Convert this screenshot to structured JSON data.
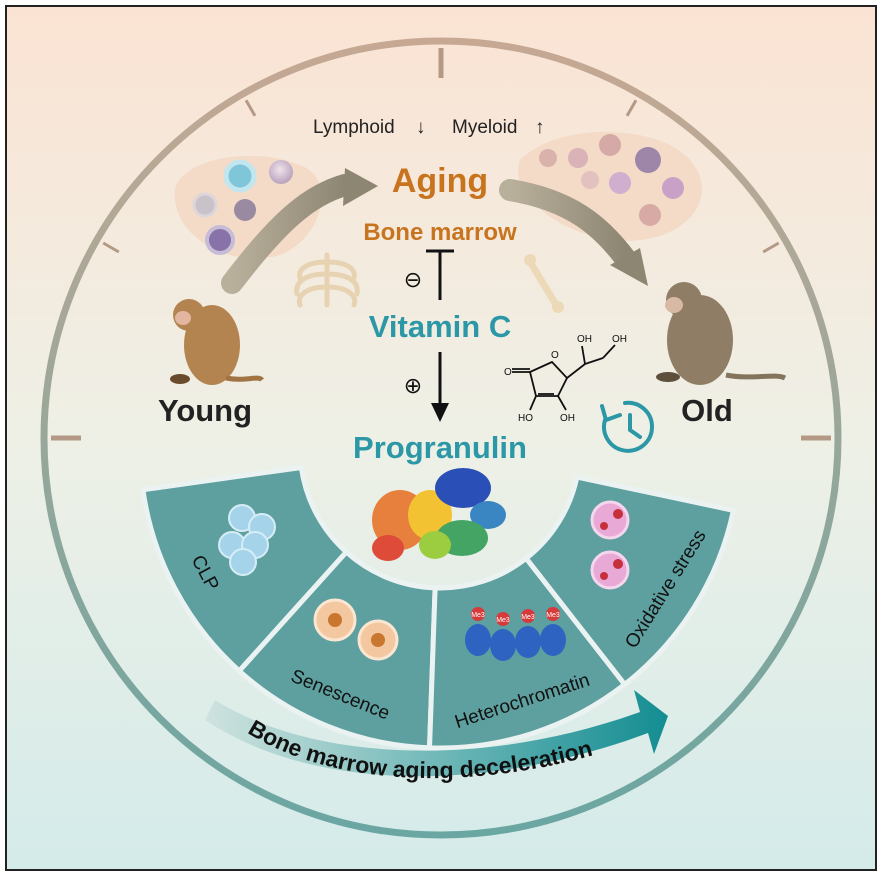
{
  "labels": {
    "lymphoid": "Lymphoid",
    "myeloid": "Myeloid",
    "aging": "Aging",
    "bone_marrow": "Bone marrow",
    "vitamin_c": "Vitamin C",
    "progranulin": "Progranulin",
    "young": "Young",
    "old": "Old",
    "inhibit_symbol": "⊖",
    "promote_symbol": "⊕",
    "deceleration": "Bone marrow aging deceleration"
  },
  "arrows": {
    "down": "↓",
    "up": "↑"
  },
  "molecule": {
    "oh1": "OH",
    "oh2": "OH",
    "oh3": "HO",
    "oh4": "OH",
    "o": "O"
  },
  "segments": [
    {
      "label": "CLP",
      "change": "↑"
    },
    {
      "label": "Senescence",
      "change": "↓"
    },
    {
      "label": "Heterochromatin",
      "change": "↑"
    },
    {
      "label": "Oxidative stress",
      "change": "↓"
    }
  ],
  "histone_mark": "Me3",
  "colors": {
    "aging": "#c8741e",
    "vitamin": "#2c97a6",
    "teal_panel": "#5e9f9f",
    "arrow_dark": "#157a7c"
  }
}
